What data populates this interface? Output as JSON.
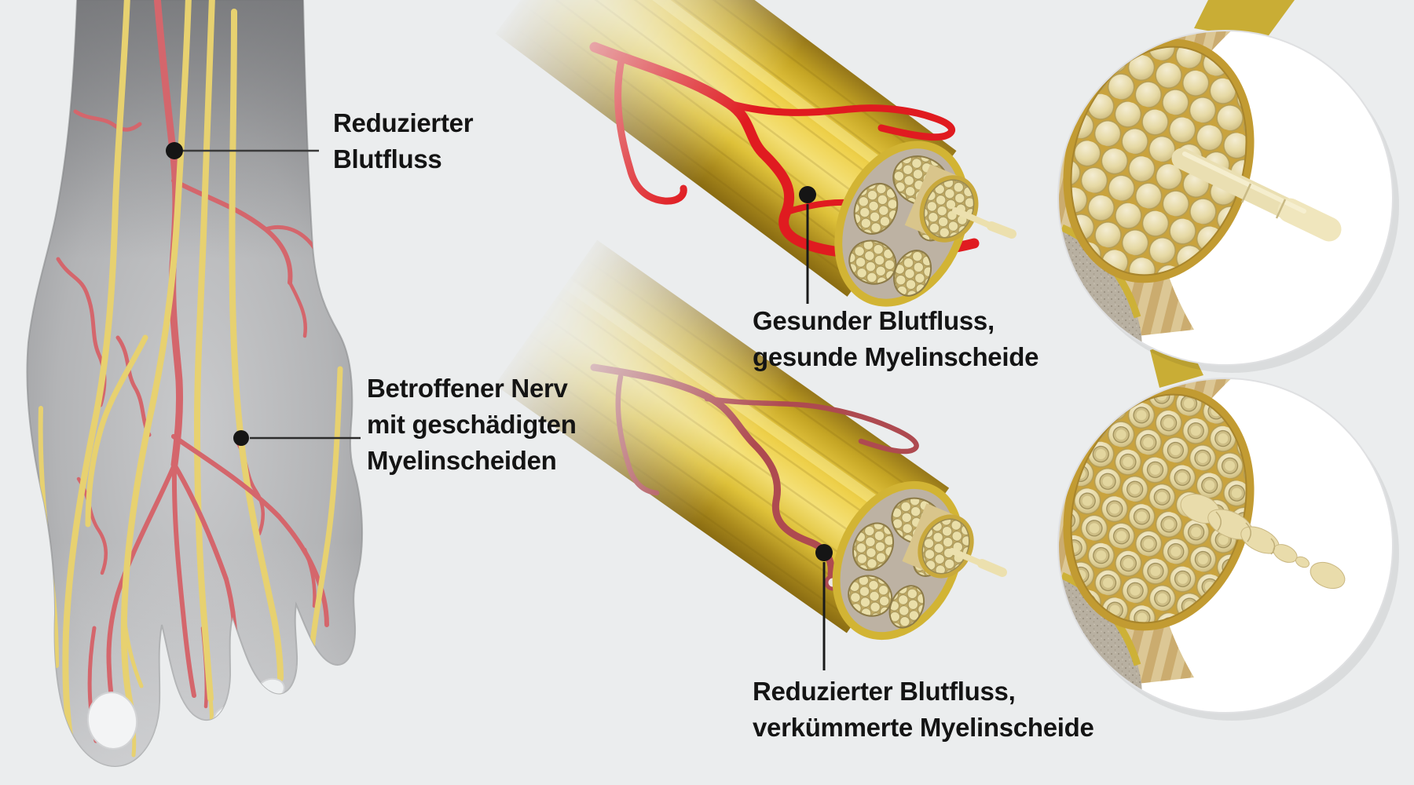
{
  "colors": {
    "background": "#ebedee",
    "artery_red": "#e01b20",
    "reduced_artery_red": "#ae4a50",
    "foot_artery_red": "#d4666c",
    "nerve_yellow": "#e9cf45",
    "foot_nerve_yellow": "#e7d170",
    "foot_gray": "#aeafb1",
    "label_text": "#141414",
    "leader_line": "#1a1a1a",
    "closeup_background": "#ffffff"
  },
  "labels": {
    "foot_blood_flow": {
      "lines": [
        "Reduzierter",
        "Blutfluss"
      ]
    },
    "foot_nerve": {
      "lines": [
        "Betroffener Nerv",
        "mit geschädigten",
        "Myelinscheiden"
      ]
    },
    "healthy_bundle": {
      "lines": [
        "Gesunder Blutfluss,",
        "gesunde Myelinscheide"
      ]
    },
    "damaged_bundle": {
      "lines": [
        "Reduzierter Blutfluss,",
        "verkümmerte Myelinscheide"
      ]
    }
  }
}
